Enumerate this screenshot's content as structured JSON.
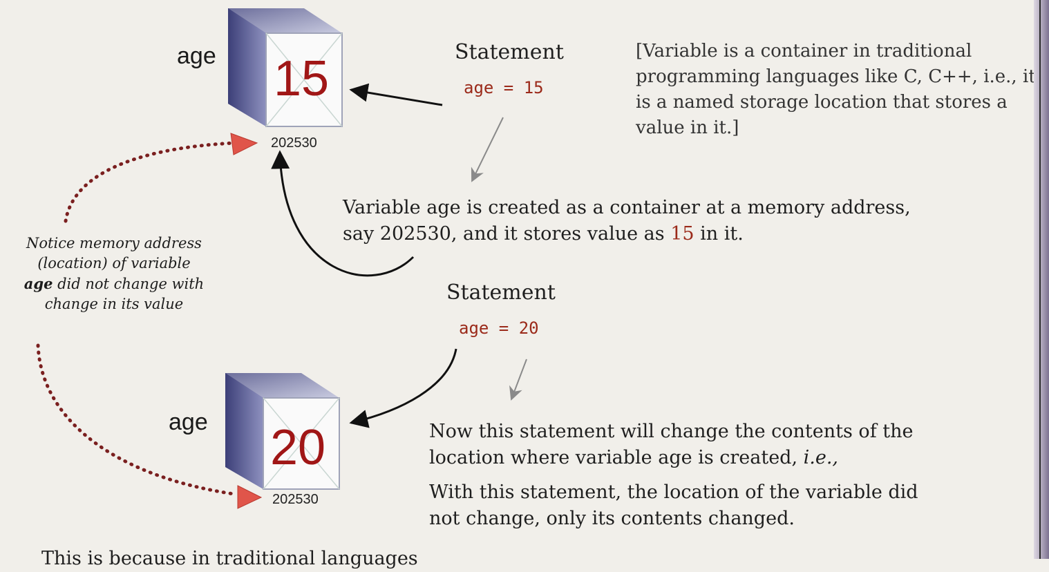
{
  "boxes": [
    {
      "label": "age",
      "value": "15",
      "address": "202530"
    },
    {
      "label": "age",
      "value": "20",
      "address": "202530"
    }
  ],
  "statements": [
    {
      "title": "Statement",
      "code": "age = 15"
    },
    {
      "title": "Statement",
      "code": "age = 20"
    }
  ],
  "note": {
    "text": "[Variable is a container in traditional programming languages like C, C++, i.e., it is a named storage location that stores a value in it.]"
  },
  "explanation_1": {
    "line1": "Variable age is created as a container at a memory address,",
    "line2_a": "say 202530, and it stores value as ",
    "line2_value": "15",
    "line2_b": " in it."
  },
  "explanation_2": {
    "line1": "Now this statement will change the contents of the",
    "line2_a": "location where variable age is created, ",
    "line2_italic": "i.e.,",
    "line3": "With this statement, the location of the variable did",
    "line4": "not change, only its contents changed."
  },
  "side_note": {
    "line1": "Notice memory address",
    "line2": "(location) of variable",
    "line3_bold": "age",
    "line3_rest": " did not change with",
    "line4": "change in its value"
  },
  "bottom_text": "This is because in traditional languages",
  "colors": {
    "value_red": "#a01616",
    "code_red": "#9b2a1a",
    "dotted_arrow": "#7a1f1f",
    "arrow_head_fill": "#e0554a"
  }
}
